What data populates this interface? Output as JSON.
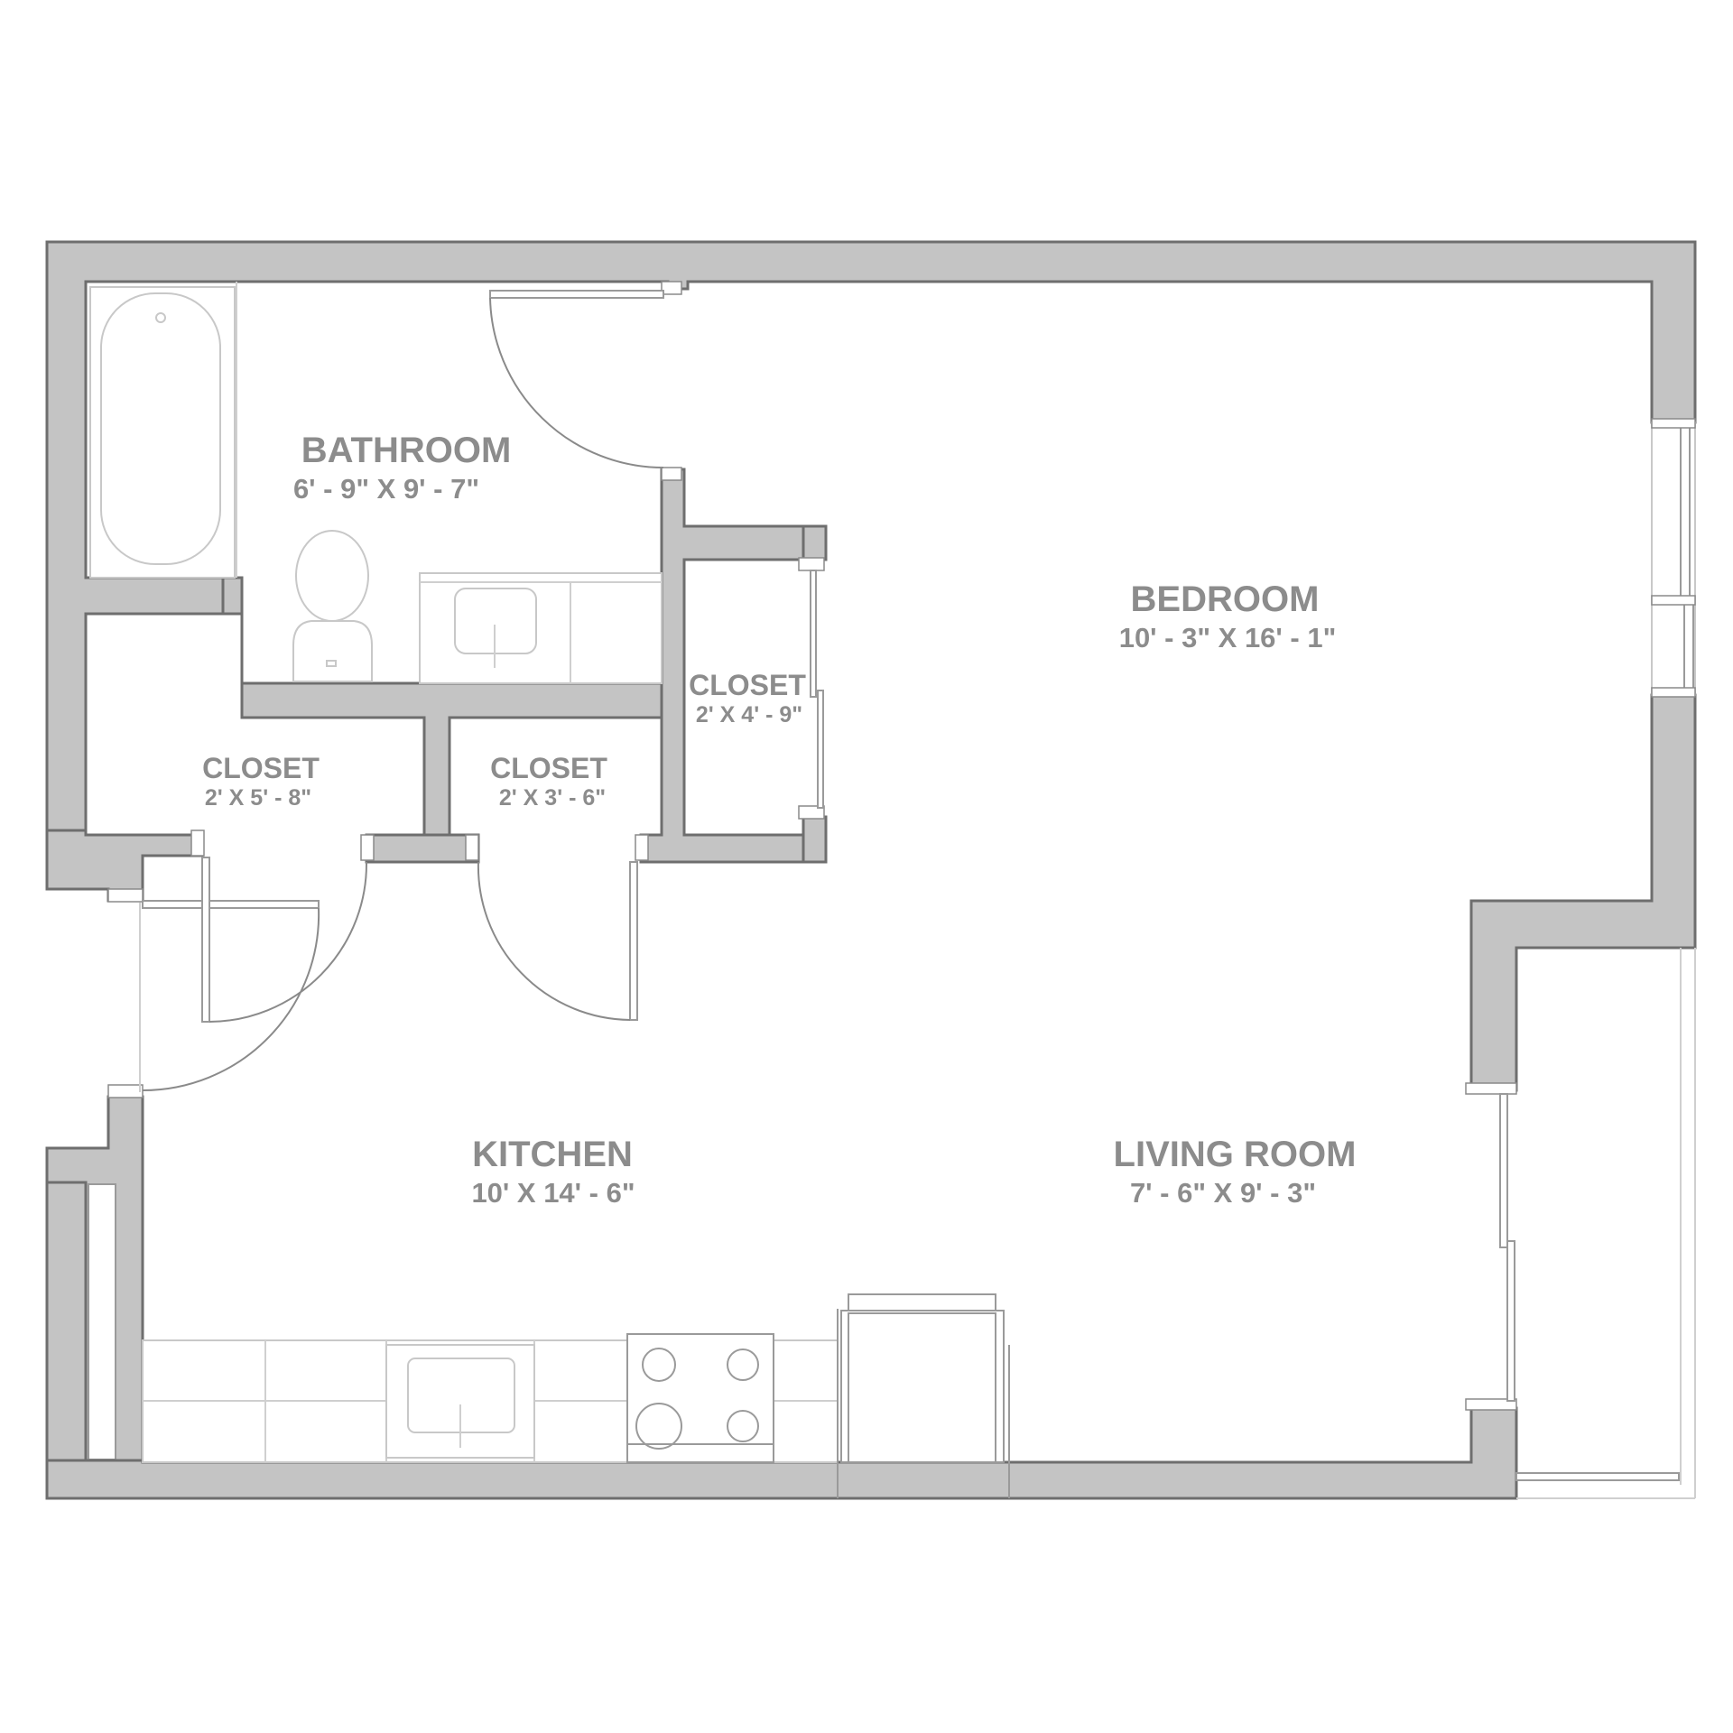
{
  "rooms": {
    "bathroom": {
      "name": "BATHROOM",
      "size": "6' - 9\" X 9' - 7\""
    },
    "bedroom": {
      "name": "BEDROOM",
      "size": "10' - 3\" X 16' - 1\""
    },
    "closet_bedroom": {
      "name": "CLOSET",
      "size": "2' X 4' - 9\""
    },
    "closet_left": {
      "name": "CLOSET",
      "size": "2' X 5' - 8\""
    },
    "closet_middle": {
      "name": "CLOSET",
      "size": "2' X 3' - 6\""
    },
    "kitchen": {
      "name": "KITCHEN",
      "size": "10' X 14' - 6\""
    },
    "living_room": {
      "name": "LIVING ROOM",
      "size": "7' - 6\" X 9' - 3\""
    }
  },
  "colors": {
    "wall_fill": "#c4c4c4",
    "wall_outline": "#6e6e6e",
    "fixture_line": "#9a9a9a",
    "label_text": "#8c8c8c"
  }
}
